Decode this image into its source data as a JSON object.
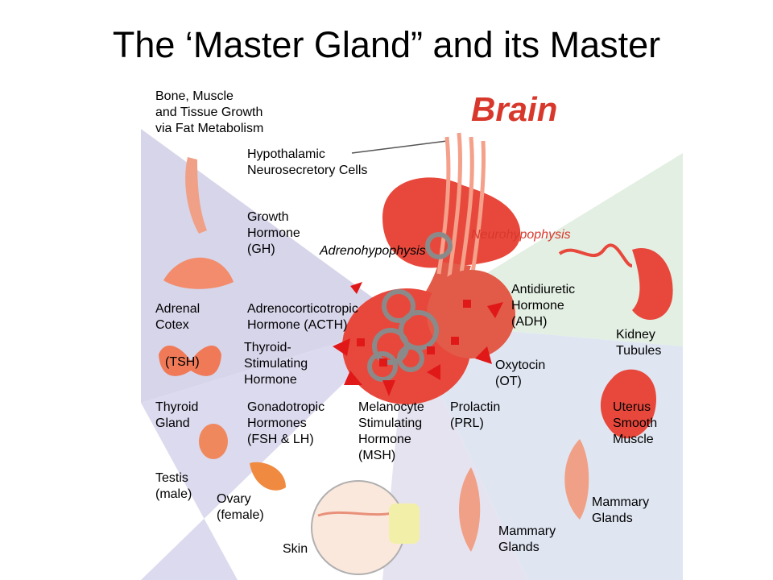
{
  "title": "The ‘Master Gland” and its Master",
  "diagram": {
    "brain_label": "Brain",
    "labels": {
      "bone": "Bone, Muscle\nand Tissue Growth\nvia Fat Metabolism",
      "hypothalamic": "Hypothalamic\nNeurosecretory Cells",
      "growth_hormone": "Growth\nHormone\n(GH)",
      "adenohypophysis": "Adrenohypophysis",
      "neurohypophysis": "Neurohypophysis",
      "adrenal": "Adrenal\nCotex",
      "acth": "Adrenocorticotropic\nHormone (ACTH)",
      "adh": "Antidiuretic\nHormone\n(ADH)",
      "kidney": "Kidney\nTubules",
      "tsh_short": "(TSH)",
      "tsh": "Thyroid-\nStimulating\nHormone",
      "oxytocin": "Oxytocin\n(OT)",
      "thyroid": "Thyroid\nGland",
      "gonadotropic": "Gonadotropic\nHormones\n(FSH & LH)",
      "msh": "Melanocyte\nStimulating\nHormone\n(MSH)",
      "prolactin": "Prolactin\n(PRL)",
      "uterus": "Uterus\nSmooth\nMuscle",
      "testis": "Testis\n(male)",
      "ovary": "Ovary\n(female)",
      "mammary_right": "Mammary\nGlands",
      "mammary_bottom": "Mammary\nGlands",
      "skin": "Skin"
    },
    "colors": {
      "organ_red": "#e8483c",
      "organ_light": "#f4a08a",
      "arrow_red": "#e01818",
      "label_red": "#d8382c",
      "bg_purple": "#d7d5ea",
      "bg_green": "#e3efe3",
      "bg_blue": "#dfe6f2"
    }
  }
}
